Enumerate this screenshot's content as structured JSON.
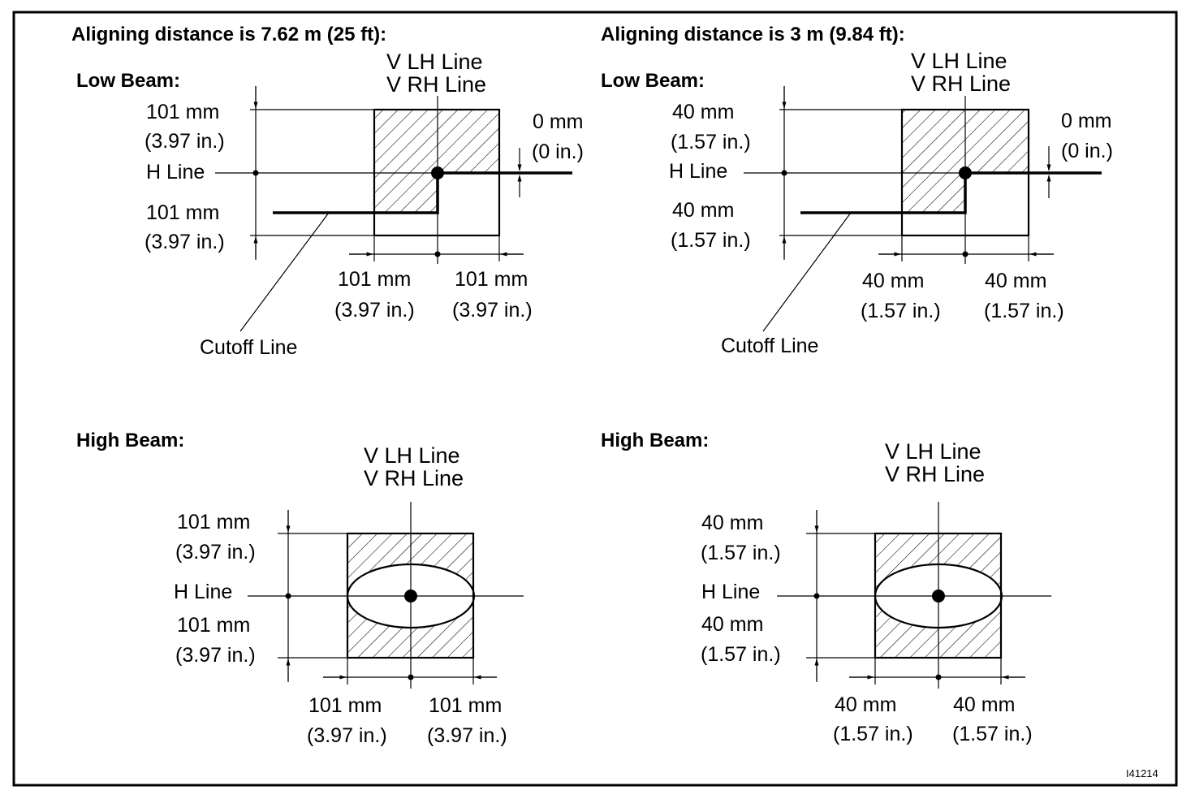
{
  "panels": {
    "left_title": "Aligning distance is 7.62 m (25 ft):",
    "right_title": "Aligning distance is 3 m (9.84 ft):"
  },
  "low_left": {
    "heading": "Low Beam:",
    "v_lh": "V LH Line",
    "v_rh": "V RH Line",
    "top_mm": "101 mm",
    "top_in": "(3.97 in.)",
    "h_line": "H Line",
    "bottom_mm": "101 mm",
    "bottom_in": "(3.97 in.)",
    "offset_mm": "0 mm",
    "offset_in": "(0 in.)",
    "left_mm": "101 mm",
    "left_in": "(3.97 in.)",
    "right_mm": "101 mm",
    "right_in": "(3.97 in.)",
    "cutoff": "Cutoff Line"
  },
  "low_right": {
    "heading": "Low Beam:",
    "v_lh": "V LH Line",
    "v_rh": "V RH Line",
    "top_mm": "40 mm",
    "top_in": "(1.57 in.)",
    "h_line": "H Line",
    "bottom_mm": "40 mm",
    "bottom_in": "(1.57 in.)",
    "offset_mm": "0 mm",
    "offset_in": "(0 in.)",
    "left_mm": "40 mm",
    "left_in": "(1.57 in.)",
    "right_mm": "40 mm",
    "right_in": "(1.57 in.)",
    "cutoff": "Cutoff Line"
  },
  "high_left": {
    "heading": "High Beam:",
    "v_lh": "V LH Line",
    "v_rh": "V RH Line",
    "top_mm": "101 mm",
    "top_in": "(3.97 in.)",
    "h_line": "H Line",
    "bottom_mm": "101 mm",
    "bottom_in": "(3.97 in.)",
    "left_mm": "101 mm",
    "left_in": "(3.97 in.)",
    "right_mm": "101 mm",
    "right_in": "(3.97 in.)"
  },
  "high_right": {
    "heading": "High Beam:",
    "v_lh": "V LH Line",
    "v_rh": "V RH Line",
    "top_mm": "40 mm",
    "top_in": "(1.57 in.)",
    "h_line": "H Line",
    "bottom_mm": "40 mm",
    "bottom_in": "(1.57 in.)",
    "left_mm": "40 mm",
    "left_in": "(1.57 in.)",
    "right_mm": "40 mm",
    "right_in": "(1.57 in.)"
  },
  "figure_id": "I41214"
}
